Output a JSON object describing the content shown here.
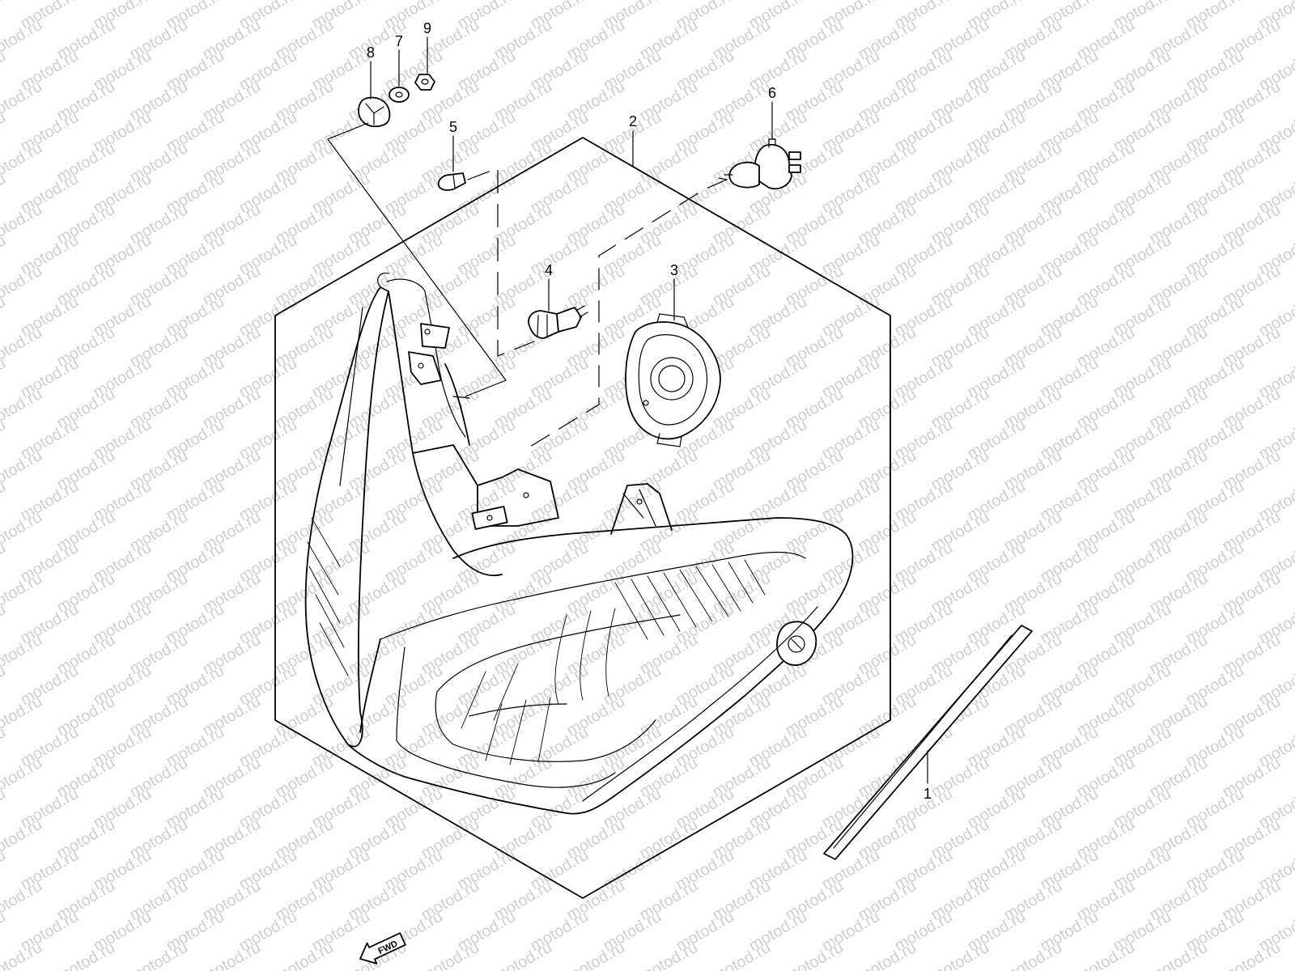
{
  "watermark": {
    "text": "motod.ru"
  },
  "callouts": [
    {
      "id": "1",
      "label": "1"
    },
    {
      "id": "2",
      "label": "2"
    },
    {
      "id": "3",
      "label": "3"
    },
    {
      "id": "4",
      "label": "4"
    },
    {
      "id": "5",
      "label": "5"
    },
    {
      "id": "6",
      "label": "6"
    },
    {
      "id": "7",
      "label": "7"
    },
    {
      "id": "8",
      "label": "8"
    },
    {
      "id": "9",
      "label": "9"
    }
  ],
  "fwd_arrow": {
    "label": "FWD"
  }
}
